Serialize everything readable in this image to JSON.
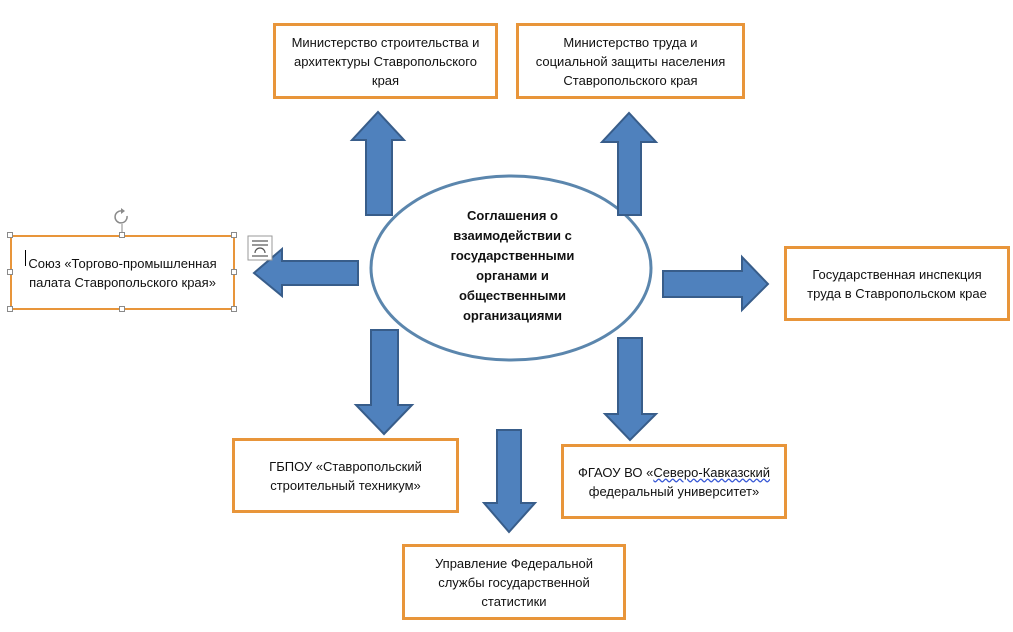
{
  "center": {
    "text": "Соглашения о\nвзаимодействии с\nгосударственными\nорганами и\nобщественными\nорганизациями"
  },
  "boxes": {
    "ministry_construction": "Министерство строительства и\nархитектуры Ставропольского\nкрая",
    "ministry_labor": "Министерство труда и\nсоциальной защиты населения\nСтавропольского края",
    "union_chamber": "Союз «Торгово-промышленная\nпалата Ставропольского края»",
    "labor_inspection": "Государственная инспекция\nтруда в Ставропольском крае",
    "gbpou": "ГБПОУ «Ставропольский\nстроительный техникум»",
    "fgaou_prefix": "ФГАОУ ВО «",
    "fgaou_underlined": "Северо-Кавказский",
    "fgaou_rest": "федеральный университет»",
    "statistics": "Управление Федеральной\nслужбы государственной\nстатистики"
  },
  "colors": {
    "box_border": "#e8953a",
    "arrow_fill": "#4f81bd",
    "arrow_stroke": "#385d8a",
    "ellipse_stroke": "#5b86ad"
  },
  "icons": {
    "rotate": "rotate-handle-icon",
    "layout_options": "layout-options-icon"
  }
}
